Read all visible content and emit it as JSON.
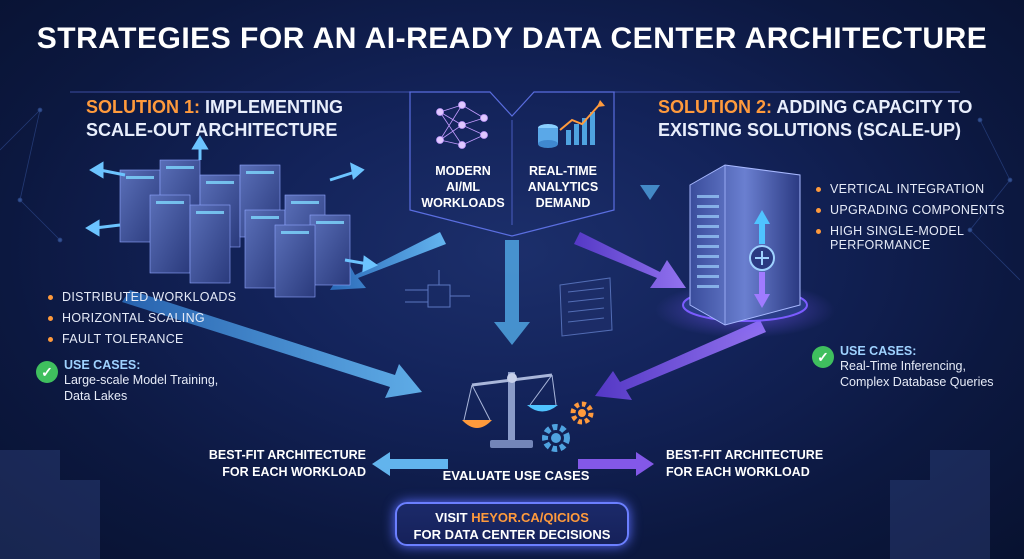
{
  "title": "STRATEGIES FOR AN AI-READY DATA CENTER ARCHITECTURE",
  "solution1": {
    "lead": "SOLUTION 1:",
    "rest": "IMPLEMENTING",
    "line2": "SCALE-OUT ARCHITECTURE",
    "bullets": [
      "DISTRIBUTED WORKLOADS",
      "HORIZONTAL SCALING",
      "FAULT TOLERANCE"
    ],
    "use_cases_label": "USE CASES:",
    "use_cases_line1": "Large-scale Model Training,",
    "use_cases_line2": "Data Lakes"
  },
  "solution2": {
    "lead": "SOLUTION 2:",
    "rest": "ADDING CAPACITY TO",
    "line2": "EXISTING SOLUTIONS (SCALE-UP)",
    "bullets": [
      "VERTICAL INTEGRATION",
      "UPGRADING COMPONENTS",
      "HIGH SINGLE-MODEL"
    ],
    "bullet3_cont": "PERFORMANCE",
    "use_cases_label": "USE CASES:",
    "use_cases_line1": "Real-Time Inferencing,",
    "use_cases_line2": "Complex Database Queries"
  },
  "center": {
    "workloads_line1": "MODERN",
    "workloads_line2": "AI/ML",
    "workloads_line3": "WORKLOADS",
    "analytics_line1": "REAL-TIME",
    "analytics_line2": "ANALYTICS",
    "analytics_line3": "DEMAND"
  },
  "bottom": {
    "fit_left_line1": "BEST-FIT ARCHITECTURE",
    "fit_left_line2": "FOR EACH WORKLOAD",
    "fit_right_line1": "BEST-FIT ARCHITECTURE",
    "fit_right_line2": "FOR EACH WORKLOAD",
    "evaluate": "EVALUATE USE CASES",
    "visit_prefix": "VISIT ",
    "visit_url": "HEYOR.CA/QICIOS",
    "visit_line2": "FOR DATA CENTER DECISIONS"
  },
  "colors": {
    "accent": "#ff9a3c",
    "arrow_blue": "#4fa3e0",
    "arrow_purple": "#8a5cf0",
    "check": "#3fbf5e",
    "bg": "#0c1840"
  }
}
